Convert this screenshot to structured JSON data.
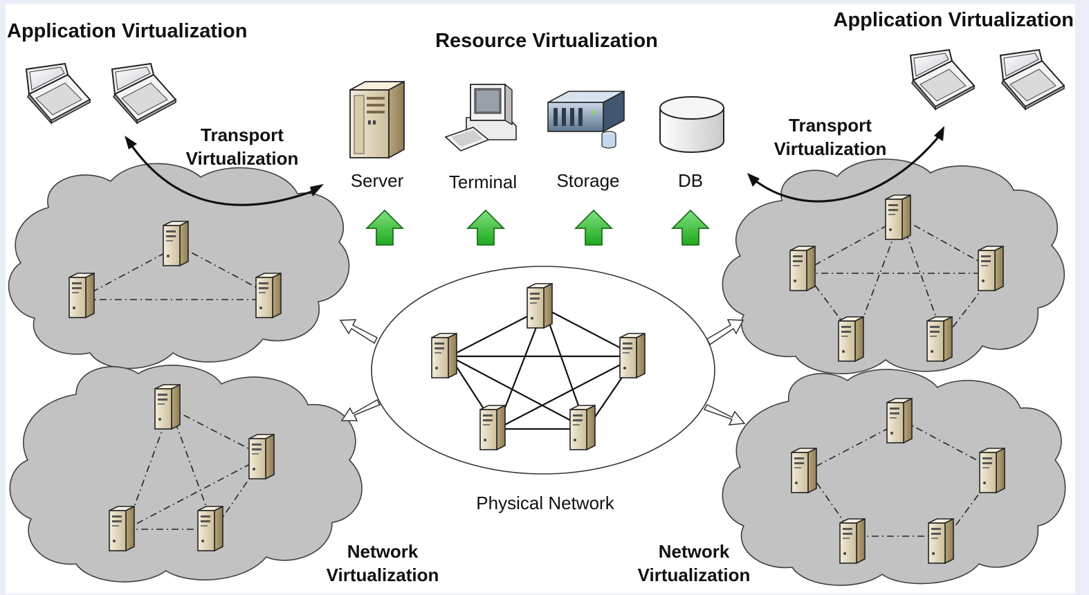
{
  "labels": {
    "app_virt_left": "Application Virtualization",
    "app_virt_right": "Application Virtualization",
    "resource_virt": "Resource Virtualization",
    "transport_left_line1": "Transport",
    "transport_left_line2": "Virtualization",
    "transport_right_line1": "Transport",
    "transport_right_line2": "Virtualization",
    "server": "Server",
    "terminal": "Terminal",
    "storage": "Storage",
    "db": "DB",
    "physical_network": "Physical Network",
    "network_left_line1": "Network",
    "network_left_line2": "Virtualization",
    "network_right_line1": "Network",
    "network_right_line2": "Virtualization"
  },
  "colors": {
    "background": "#e9eef7",
    "cloud_fill": "#bdbdbd",
    "cloud_stroke": "#4a4a4a",
    "arrow_green": "#2fbf2f",
    "server_beige": "#e6dcc4",
    "ellipse_fill": "#ffffff"
  },
  "icons": [
    "laptop-icon",
    "server-tower-icon",
    "terminal-pc-icon",
    "storage-rack-icon",
    "database-cylinder-icon",
    "server-node-icon",
    "green-up-arrow-icon",
    "hollow-arrow-icon",
    "curved-arrow-icon"
  ]
}
